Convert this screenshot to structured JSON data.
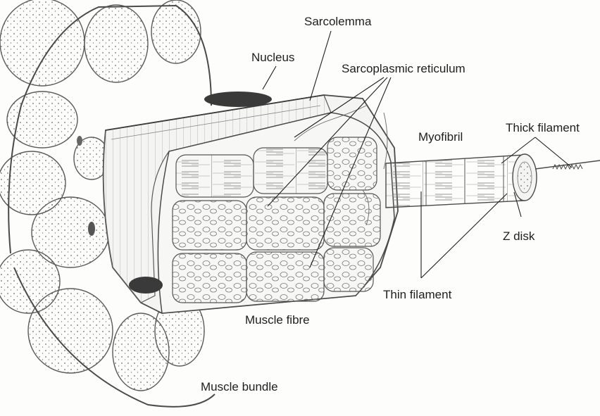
{
  "diagram": {
    "labels": {
      "sarcolemma": "Sarcolemma",
      "nucleus": "Nucleus",
      "sarcoplasmic_reticulum": "Sarcoplasmic reticulum",
      "myofibril": "Myofibril",
      "thick_filament": "Thick filament",
      "z_disk": "Z disk",
      "thin_filament": "Thin filament",
      "muscle_fibre": "Muscle fibre",
      "muscle_bundle": "Muscle bundle"
    }
  },
  "colors": {
    "paper": "#fdfdfc",
    "pencil": "#4a4a4a",
    "nucleus": "#3a3a3a",
    "shade": "#e6e6e4"
  }
}
